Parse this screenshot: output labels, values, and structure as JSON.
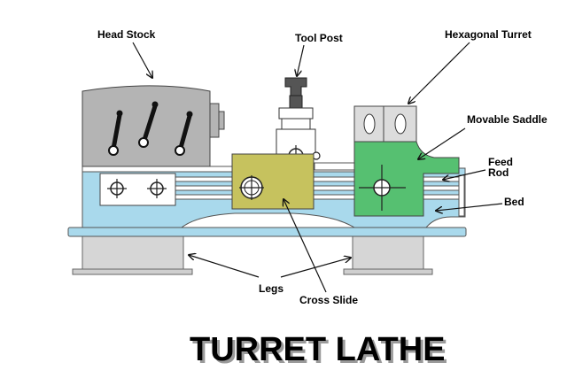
{
  "diagram": {
    "title": "TURRET LATHE",
    "labels": {
      "head_stock": "Head Stock",
      "tool_post": "Tool Post",
      "hexagonal_turret": "Hexagonal Turret",
      "movable_saddle": "Movable Saddle",
      "feed_rod_line1": "Feed",
      "feed_rod_line2": "Rod",
      "bed": "Bed",
      "legs": "Legs",
      "cross_slide": "Cross Slide"
    },
    "colors": {
      "bed": "#a9d9ec",
      "head_stock": "#b4b4b4",
      "cross_slide": "#c6c25e",
      "saddle": "#56c071",
      "legs": "#d6d6d6",
      "turret": "#dcdcdc",
      "outline": "#333333"
    }
  }
}
